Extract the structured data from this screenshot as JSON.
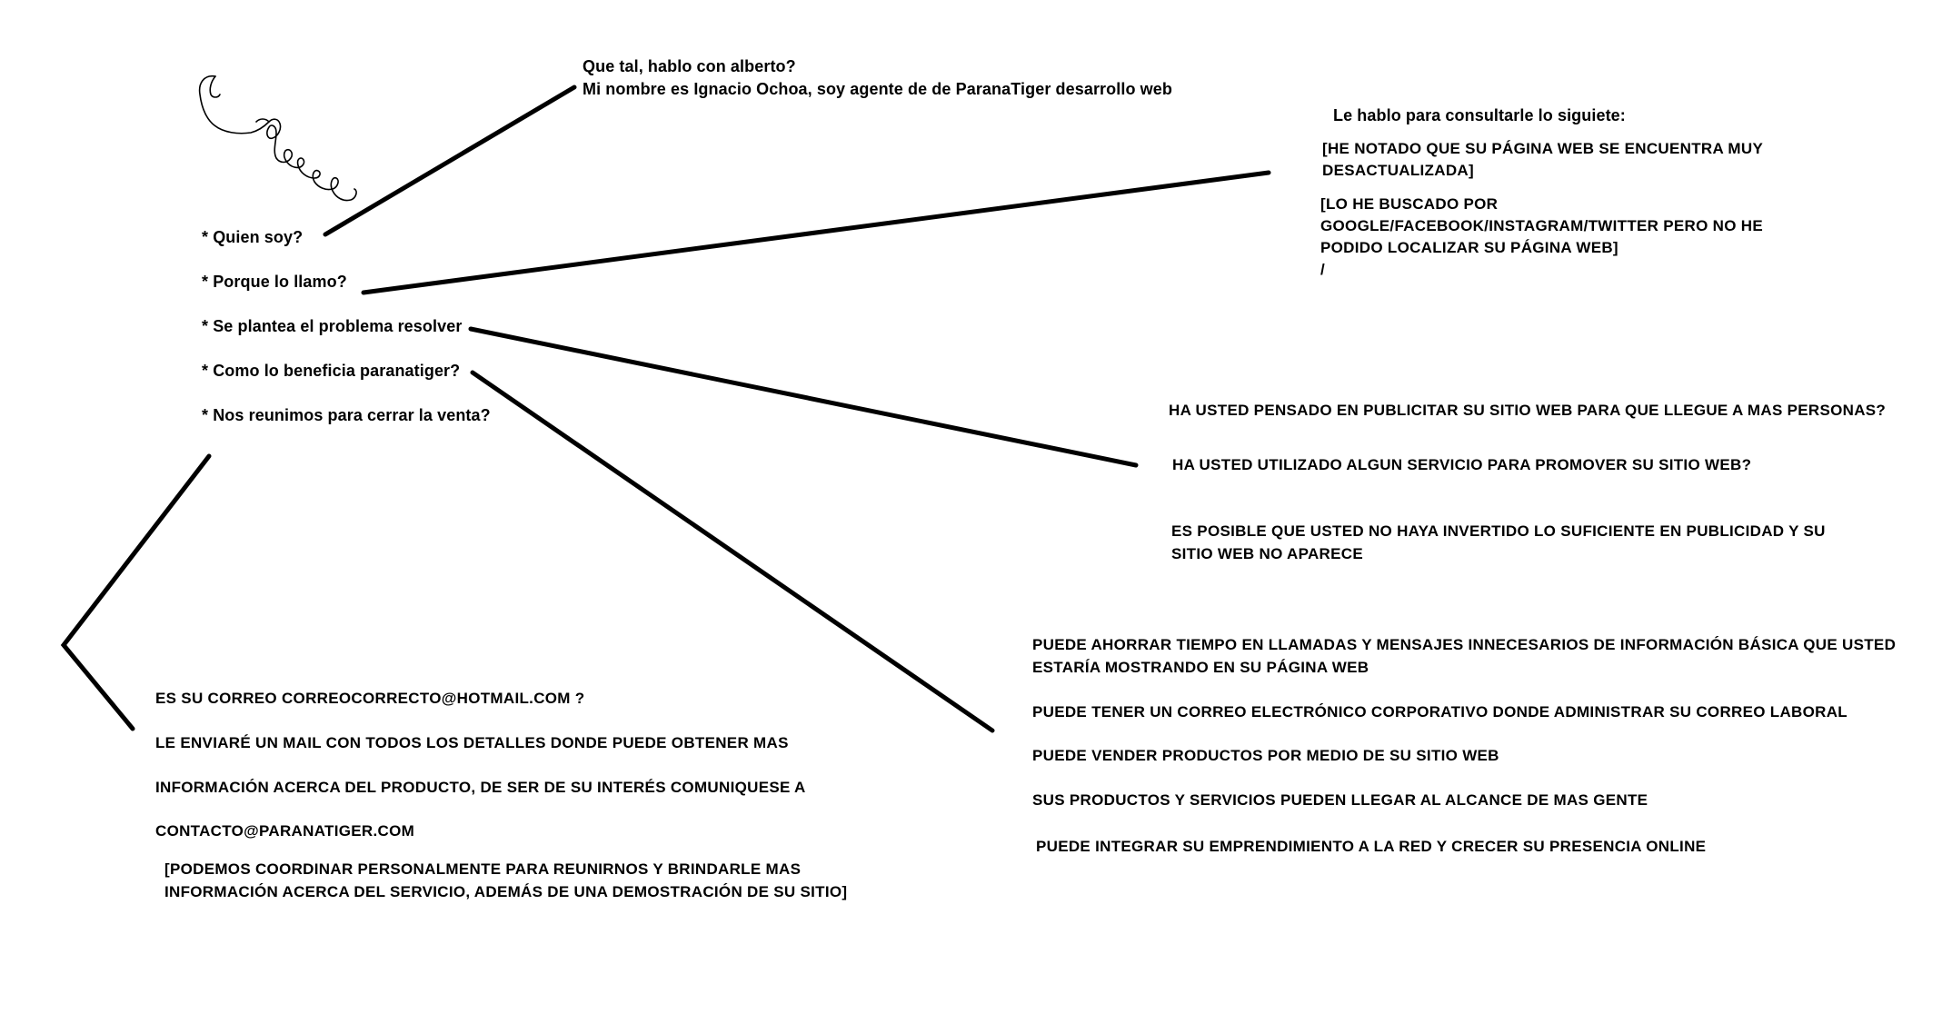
{
  "outline": {
    "items": [
      "* Quien soy?",
      "* Porque lo llamo?",
      "* Se plantea el problema resolver",
      "*  Como lo beneficia paranatiger?",
      "* Nos reunimos para cerrar la venta?"
    ]
  },
  "intro": {
    "line1": "Que tal, hablo con alberto?",
    "line2": "Mi nombre es Ignacio Ochoa, soy agente de de ParanaTiger desarrollo web"
  },
  "reason": {
    "heading": "Le hablo para consultarle lo siguiete:",
    "point1_line1": "[HE NOTADO QUE SU PÁGINA WEB SE ENCUENTRA MUY",
    "point1_line2": "DESACTUALIZADA]",
    "point2_line1": "[LO HE BUSCADO POR",
    "point2_line2": "GOOGLE/FACEBOOK/INSTAGRAM/TWITTER PERO NO HE",
    "point2_line3": "PODIDO LOCALIZAR SU PÁGINA WEB]",
    "point2_line4": "/"
  },
  "problem": {
    "q1": "HA USTED PENSADO EN PUBLICITAR SU SITIO WEB PARA QUE LLEGUE A MAS PERSONAS?",
    "q2": "HA USTED UTILIZADO ALGUN SERVICIO PARA PROMOVER SU SITIO WEB?",
    "q3_line1": "ES POSIBLE QUE USTED NO HAYA INVERTIDO LO SUFICIENTE EN PUBLICIDAD Y SU",
    "q3_line2": "SITIO WEB NO APARECE"
  },
  "benefits": {
    "b1_line1": "PUEDE AHORRAR TIEMPO EN LLAMADAS Y MENSAJES INNECESARIOS DE INFORMACIÓN BÁSICA QUE USTED",
    "b1_line2": "ESTARÍA MOSTRANDO EN SU PÁGINA WEB",
    "b2": "PUEDE TENER UN CORREO ELECTRÓNICO CORPORATIVO DONDE ADMINISTRAR SU CORREO LABORAL",
    "b3": "PUEDE VENDER PRODUCTOS POR MEDIO DE SU SITIO WEB",
    "b4": "SUS PRODUCTOS Y SERVICIOS PUEDEN LLEGAR AL ALCANCE DE MAS GENTE",
    "b5": "PUEDE INTEGRAR SU EMPRENDIMIENTO A LA RED Y CRECER SU PRESENCIA ONLINE"
  },
  "closing": {
    "email_question": "ES SU CORREO  CORREOCORRECTO@HOTMAIL.COM ?",
    "mail_line1": "LE ENVIARÉ UN MAIL CON TODOS LOS DETALLES DONDE PUEDE OBTENER MAS",
    "mail_line2": "INFORMACIÓN ACERCA DEL PRODUCTO, DE SER DE SU INTERÉS COMUNIQUESE A",
    "mail_line3": "CONTACTO@PARANATIGER.COM",
    "meeting_line1": "[PODEMOS COORDINAR PERSONALMENTE PARA REUNIRNOS Y BRINDARLE MAS",
    "meeting_line2": "INFORMACIÓN ACERCA DEL SERVICIO, ADEMÁS DE UNA DEMOSTRACIÓN DE SU SITIO]"
  },
  "icons": {
    "phone": "phone-handset-doodle-icon"
  }
}
